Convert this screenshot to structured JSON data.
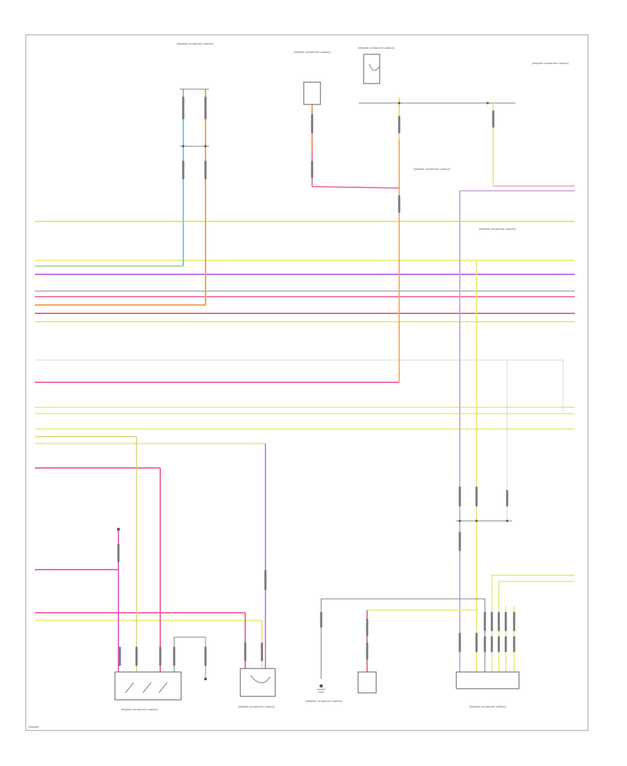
{
  "diagram": {
    "footer": "[illegible]",
    "components": {
      "c1_caption": "[illegible component caption]",
      "c2_caption": "[illegible component caption]",
      "c3_caption": "[illegible component caption]",
      "c4_caption": "[illegible component caption]",
      "c5_caption": "[illegible component caption]",
      "c6_caption": "[illegible component caption]",
      "c7_caption": "[illegible component caption]",
      "c8_caption": "[illegible component caption]",
      "c9_caption": "[illegible component caption]",
      "c10_caption": "[illegible component caption]"
    },
    "colors": {
      "yellow": "#e8e86a",
      "pink": "#f06aa6",
      "orange": "#f5a04a",
      "light_blue": "#7fc6e6",
      "green": "#8fd07c",
      "violet": "#c06ae0",
      "gray": "#9a9a9a",
      "red": "#e05a5a",
      "black": "#333333"
    }
  }
}
